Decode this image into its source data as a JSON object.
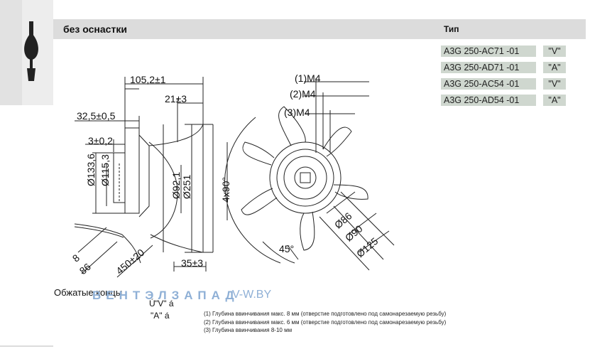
{
  "header": {
    "left_title": "без оснастки",
    "right_title": "Тип"
  },
  "types": [
    {
      "model": "A3G 250-AC71  -01",
      "tag": "\"V\""
    },
    {
      "model": "A3G 250-AD71  -01",
      "tag": "\"A\""
    },
    {
      "model": "A3G 250-AC54  -01",
      "tag": "\"V\""
    },
    {
      "model": "A3G 250-AD54  -01",
      "tag": "\"A\""
    }
  ],
  "dimensions": {
    "d1052": "105,2±1",
    "d21": "21±3",
    "d325": "32,5±0,5",
    "d3": "3±0,2",
    "d133": "Ø133,6",
    "d1153": "Ø115,3",
    "d921": "Ø92,1",
    "d251": "Ø251",
    "d8": "8",
    "d86": "86",
    "d450": "450±20",
    "d35": "35±3",
    "m4_1": "(1)M4",
    "m4_2": "(2)M4",
    "m4_3": "(3)M4",
    "d4x90": "4x90°",
    "d45": "45°",
    "d86b": "Ø86",
    "d90": "Ø90",
    "d125": "Ø125"
  },
  "labels": {
    "crimped_ends": "Обжатые концы",
    "watermark_brand": "ВЕНТЭЛЗАПАД",
    "watermark_site": "V-W.BY",
    "symbol_v": "\"V\" á",
    "symbol_a": "\"A\" á",
    "symbol_glyph": "Ú"
  },
  "notes": [
    "(1) Глубина ввинчивания макс. 8 мм (отверстие подготовлено под самонарезаемую резьбу)",
    "(2) Глубина ввинчивания макс. 6 мм (отверстие подготовлено под самонарезаемую резьбу)",
    "(3) Глубина ввинчивания 8-10 мм"
  ]
}
